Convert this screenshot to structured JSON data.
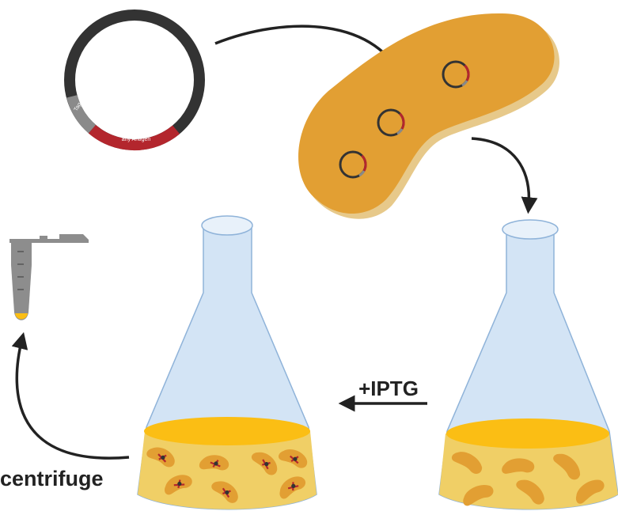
{
  "colors": {
    "plasmid_ring": "#333333",
    "plasmid_tag": "#8a8a8a",
    "plasmid_antigen": "#b3262d",
    "bacterium": "#e29f33",
    "bacterium_shadow": "#e7c98a",
    "flask_glass": "#d3e4f5",
    "flask_outline": "#8fb3d9",
    "medium": "#f0cf66",
    "medium_surface": "#fbbe14",
    "tube": "#8d8d8d",
    "arrow": "#222222"
  },
  "plasmid": {
    "tag_label": "Tag",
    "antigen_label": "any Antigen"
  },
  "labels": {
    "induction": "+IPTG",
    "spin": "centrifuge"
  }
}
